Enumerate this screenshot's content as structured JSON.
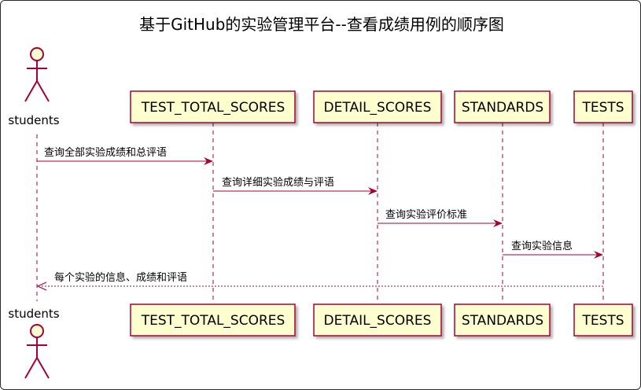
{
  "title": "基于GitHub的实验管理平台--查看成绩用例的顺序图",
  "participants": {
    "students": "students",
    "test_total_scores": "TEST_TOTAL_SCORES",
    "detail_scores": "DETAIL_SCORES",
    "standards": "STANDARDS",
    "tests": "TESTS"
  },
  "messages": [
    {
      "from": "students",
      "to": "TEST_TOTAL_SCORES",
      "text": "查询全部实验成绩和总评语",
      "style": "solid"
    },
    {
      "from": "TEST_TOTAL_SCORES",
      "to": "DETAIL_SCORES",
      "text": "查询详细实验成绩与评语",
      "style": "solid"
    },
    {
      "from": "DETAIL_SCORES",
      "to": "STANDARDS",
      "text": "查询实验评价标准",
      "style": "solid"
    },
    {
      "from": "STANDARDS",
      "to": "TESTS",
      "text": "查询实验信息",
      "style": "solid"
    },
    {
      "from": "TESTS",
      "to": "students",
      "text": "每个实验的信息、成绩和评语",
      "style": "dashed"
    }
  ],
  "colors": {
    "box_fill": "#FEFECE",
    "box_border": "#A80036",
    "line": "#A80036",
    "text": "#000000"
  }
}
